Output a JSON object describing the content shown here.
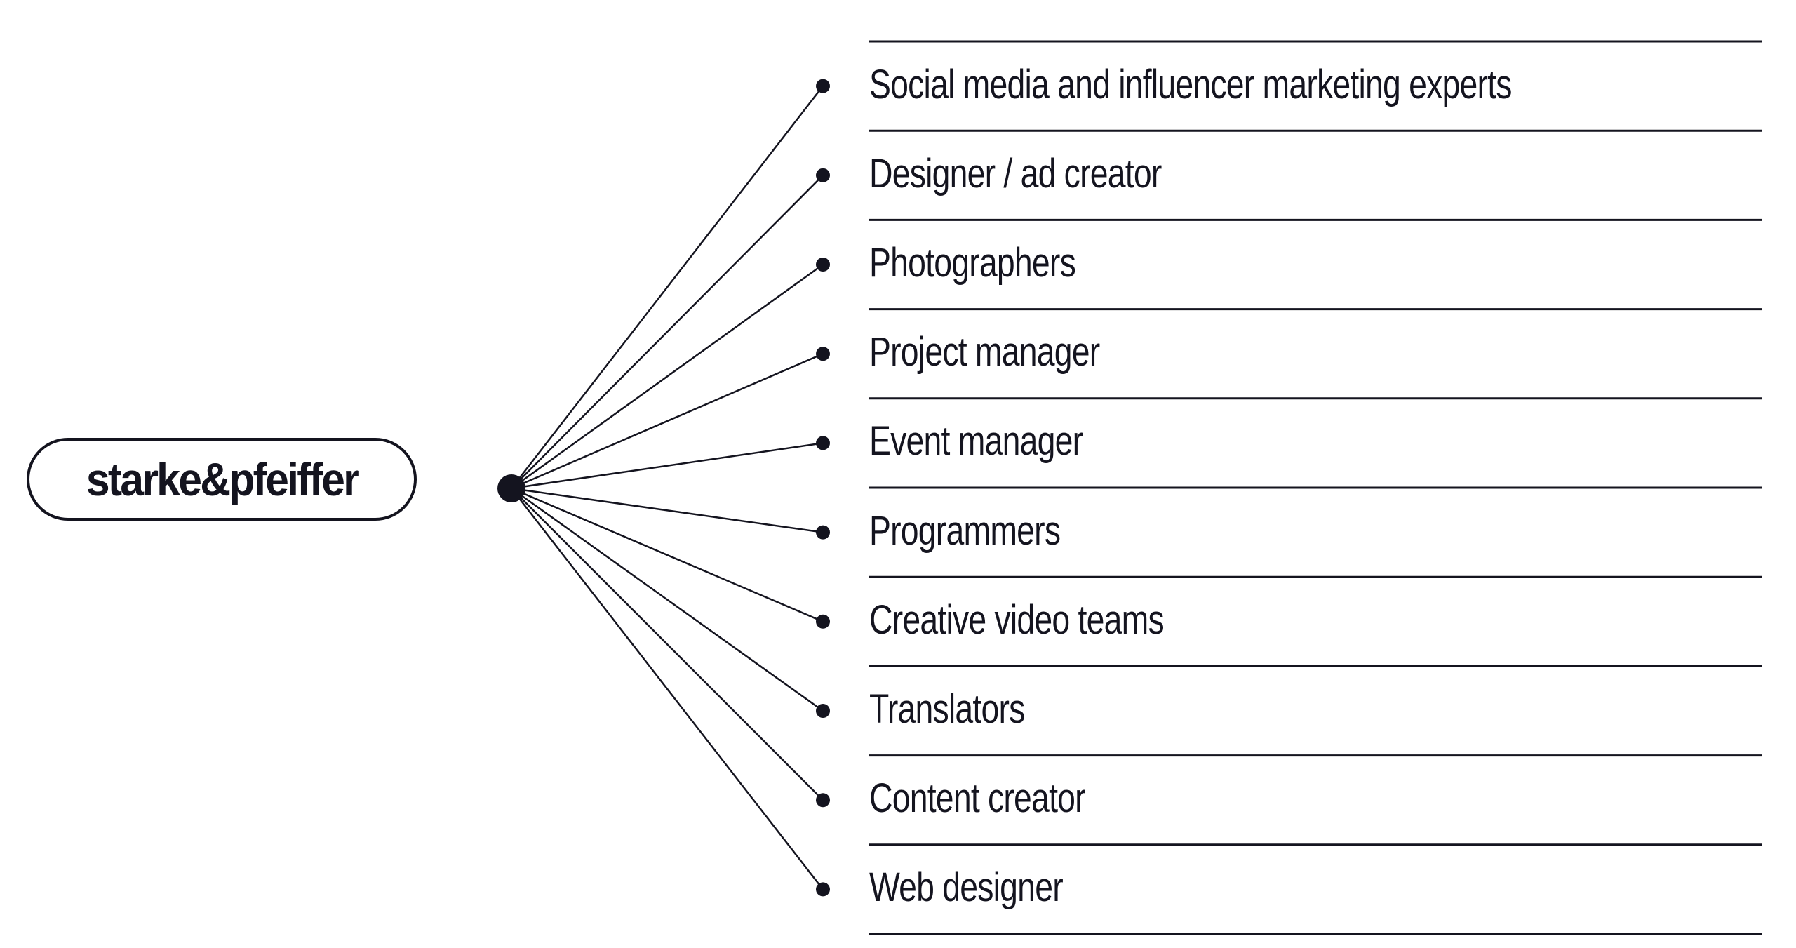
{
  "logo": {
    "text": "starke&pfeiffer"
  },
  "colors": {
    "ink": "#14141f",
    "background": "#ffffff"
  },
  "items": [
    {
      "label": "Social media and influencer marketing experts"
    },
    {
      "label": "Designer / ad creator"
    },
    {
      "label": "Photographers"
    },
    {
      "label": "Project manager"
    },
    {
      "label": "Event manager"
    },
    {
      "label": "Programmers"
    },
    {
      "label": "Creative video teams"
    },
    {
      "label": "Translators"
    },
    {
      "label": "Content creator"
    },
    {
      "label": "Web designer"
    }
  ]
}
